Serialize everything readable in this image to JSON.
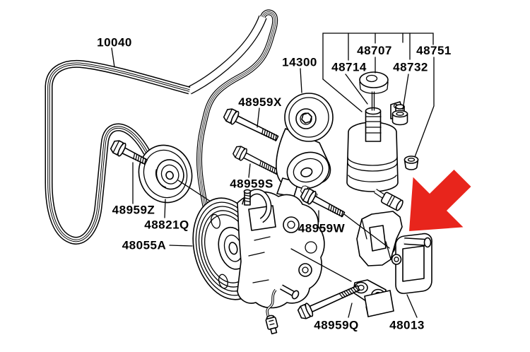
{
  "colors": {
    "background": "#ffffff",
    "line": "#000000",
    "highlight_arrow": "#e8251c"
  },
  "arrow": {
    "direction": "down-left",
    "points_to_part": "48013"
  },
  "labels": {
    "p10040": "10040",
    "p14300": "14300",
    "p48959x": "48959X",
    "p48959s": "48959S",
    "p48959z": "48959Z",
    "p48821q": "48821Q",
    "p48055a": "48055A",
    "p48959w": "48959W",
    "p48959q": "48959Q",
    "p48013": "48013",
    "p48707": "48707",
    "p48714": "48714",
    "p48751": "48751",
    "p48732": "48732"
  }
}
